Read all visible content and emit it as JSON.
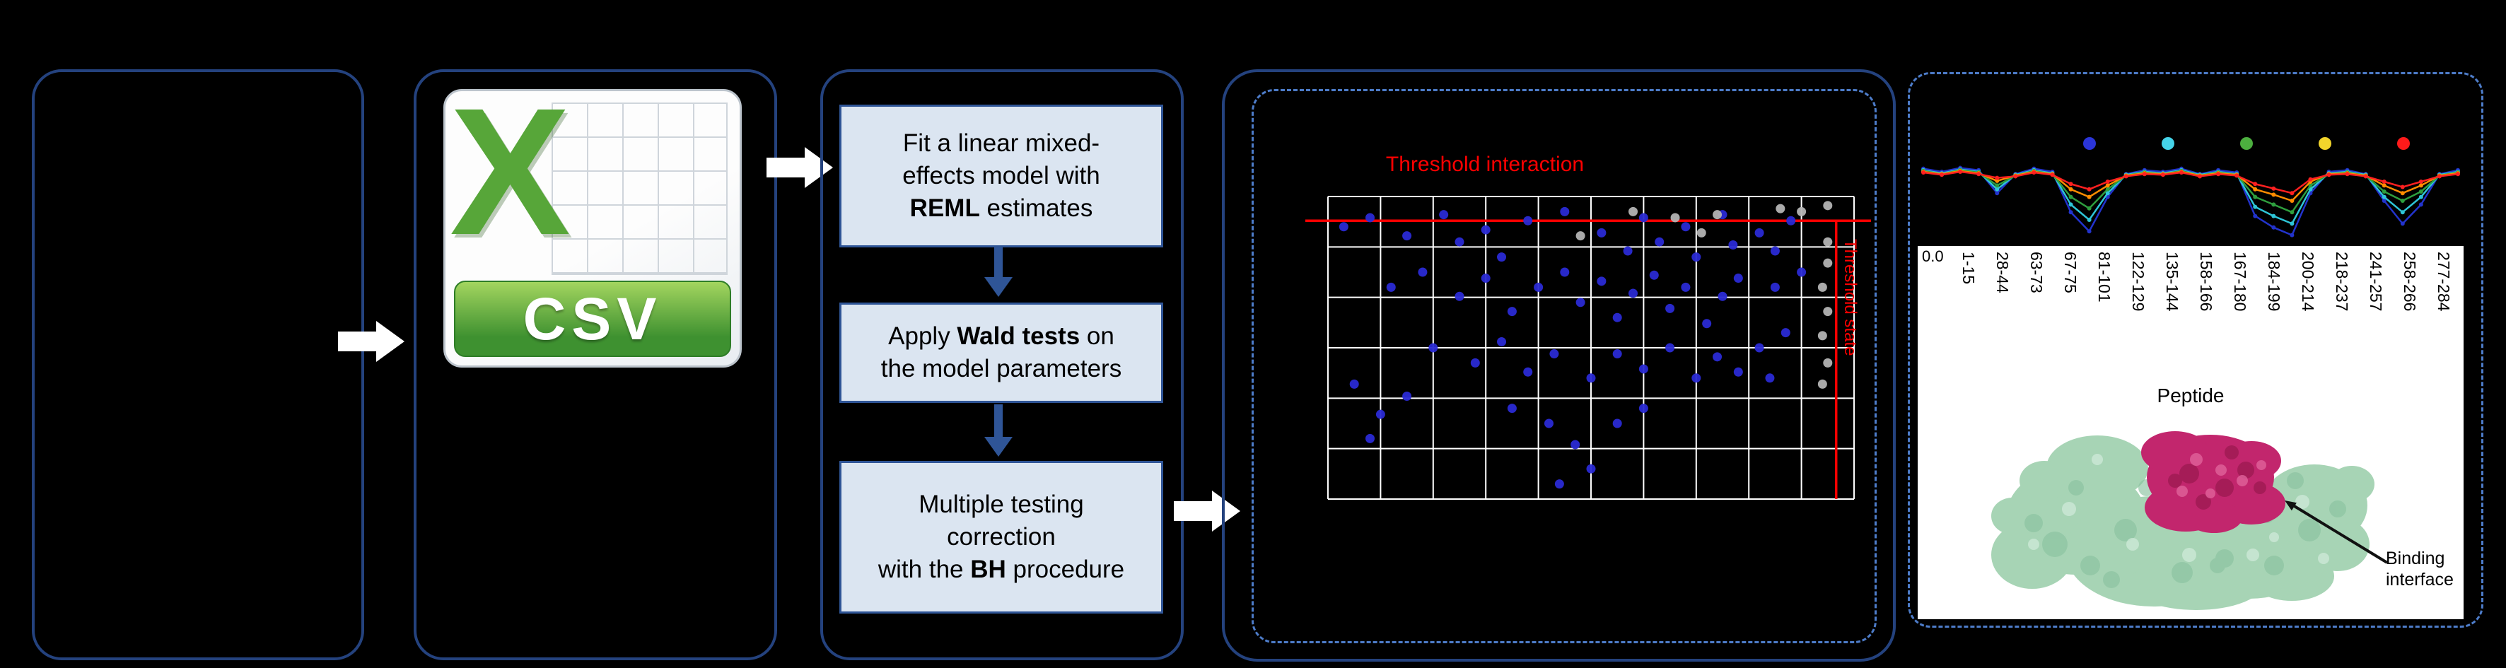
{
  "figure": {
    "background": "#000000",
    "csv": {
      "x_letter": "X",
      "banner_label": "CSV"
    },
    "workflow": {
      "boxes": [
        {
          "segments": [
            {
              "text": "Fit a linear mixed-\neffects model with\n",
              "bold": false
            },
            {
              "text": "REML",
              "bold": true
            },
            {
              "text": " estimates",
              "bold": false
            }
          ]
        },
        {
          "segments": [
            {
              "text": "Apply ",
              "bold": false
            },
            {
              "text": "Wald tests",
              "bold": true
            },
            {
              "text": " on\nthe model parameters",
              "bold": false
            }
          ]
        },
        {
          "segments": [
            {
              "text": "Multiple testing\ncorrection\nwith the ",
              "bold": false
            },
            {
              "text": "BH",
              "bold": true
            },
            {
              "text": " procedure",
              "bold": false
            }
          ]
        }
      ]
    },
    "results": {
      "annotation": "Binding\ninterface"
    },
    "colors": {
      "panel_border": "#24427e",
      "dashed_border": "#4d7cc9",
      "box_fill": "#dbe5f1",
      "box_border": "#2f5597",
      "threshold_red": "#ff0000",
      "point_blue": "#2a2ad4",
      "point_gray": "#b3b3b3",
      "csv_green": "#57a639",
      "protein_green": "#a7d4b5",
      "binding_magenta": "#c2266d"
    }
  },
  "chart_data": [
    {
      "type": "scatter",
      "title": "Threshold interaction",
      "vertical_label": "Threshold state",
      "grid": {
        "cols": 10,
        "rows": 6,
        "color": "#ffffff"
      },
      "thresholds": {
        "color": "#ff0000",
        "h_frac": 0.08,
        "v_frac": 0.966
      },
      "series": [
        {
          "name": "blue-points",
          "color": "#2a2ad4",
          "points": [
            [
              0.03,
              0.1
            ],
            [
              0.08,
              0.07
            ],
            [
              0.15,
              0.13
            ],
            [
              0.22,
              0.06
            ],
            [
              0.3,
              0.11
            ],
            [
              0.38,
              0.08
            ],
            [
              0.45,
              0.05
            ],
            [
              0.52,
              0.12
            ],
            [
              0.6,
              0.07
            ],
            [
              0.68,
              0.1
            ],
            [
              0.75,
              0.06
            ],
            [
              0.82,
              0.12
            ],
            [
              0.88,
              0.08
            ],
            [
              0.12,
              0.3
            ],
            [
              0.18,
              0.25
            ],
            [
              0.25,
              0.33
            ],
            [
              0.3,
              0.27
            ],
            [
              0.35,
              0.38
            ],
            [
              0.4,
              0.3
            ],
            [
              0.45,
              0.25
            ],
            [
              0.48,
              0.35
            ],
            [
              0.52,
              0.28
            ],
            [
              0.55,
              0.4
            ],
            [
              0.58,
              0.32
            ],
            [
              0.62,
              0.26
            ],
            [
              0.65,
              0.37
            ],
            [
              0.68,
              0.3
            ],
            [
              0.72,
              0.42
            ],
            [
              0.75,
              0.33
            ],
            [
              0.78,
              0.27
            ],
            [
              0.2,
              0.5
            ],
            [
              0.28,
              0.55
            ],
            [
              0.33,
              0.48
            ],
            [
              0.38,
              0.58
            ],
            [
              0.43,
              0.52
            ],
            [
              0.5,
              0.6
            ],
            [
              0.55,
              0.52
            ],
            [
              0.6,
              0.57
            ],
            [
              0.65,
              0.5
            ],
            [
              0.7,
              0.6
            ],
            [
              0.74,
              0.53
            ],
            [
              0.78,
              0.58
            ],
            [
              0.82,
              0.5
            ],
            [
              0.05,
              0.62
            ],
            [
              0.1,
              0.72
            ],
            [
              0.15,
              0.66
            ],
            [
              0.08,
              0.8
            ],
            [
              0.35,
              0.7
            ],
            [
              0.42,
              0.75
            ],
            [
              0.47,
              0.82
            ],
            [
              0.5,
              0.9
            ],
            [
              0.44,
              0.95
            ],
            [
              0.55,
              0.75
            ],
            [
              0.6,
              0.7
            ],
            [
              0.85,
              0.3
            ],
            [
              0.87,
              0.45
            ],
            [
              0.84,
              0.6
            ],
            [
              0.9,
              0.25
            ],
            [
              0.25,
              0.15
            ],
            [
              0.33,
              0.2
            ],
            [
              0.57,
              0.18
            ],
            [
              0.63,
              0.15
            ],
            [
              0.7,
              0.2
            ],
            [
              0.77,
              0.16
            ],
            [
              0.85,
              0.18
            ]
          ]
        },
        {
          "name": "gray-points",
          "color": "#b3b3b3",
          "points": [
            [
              0.95,
              0.03
            ],
            [
              0.9,
              0.05
            ],
            [
              0.86,
              0.04
            ],
            [
              0.95,
              0.15
            ],
            [
              0.95,
              0.22
            ],
            [
              0.94,
              0.3
            ],
            [
              0.95,
              0.38
            ],
            [
              0.94,
              0.46
            ],
            [
              0.95,
              0.55
            ],
            [
              0.94,
              0.62
            ],
            [
              0.66,
              0.07
            ],
            [
              0.71,
              0.12
            ],
            [
              0.74,
              0.06
            ],
            [
              0.48,
              0.13
            ],
            [
              0.58,
              0.05
            ]
          ]
        }
      ]
    },
    {
      "type": "line",
      "xlabel": "Peptide",
      "y_tick_label": "0.0",
      "categories": [
        "1-15",
        "28-44",
        "63-73",
        "67-75",
        "81-101",
        "122-129",
        "135-144",
        "158-166",
        "167-180",
        "184-199",
        "200-214",
        "218-237",
        "241-257",
        "258-266",
        "277-284"
      ],
      "legend_dot_colors": [
        "#2b35d8",
        "#45d3e8",
        "#4caf3f",
        "#f2d52b",
        "#ff1a1a"
      ],
      "series": [
        {
          "name": "blue",
          "color": "#2233cc",
          "values": [
            0.92,
            0.88,
            0.93,
            0.9,
            0.6,
            0.85,
            0.92,
            0.88,
            0.35,
            0.1,
            0.55,
            0.85,
            0.9,
            0.88,
            0.92,
            0.85,
            0.9,
            0.87,
            0.3,
            0.15,
            0.05,
            0.6,
            0.88,
            0.9,
            0.85,
            0.5,
            0.2,
            0.45,
            0.85,
            0.9
          ]
        },
        {
          "name": "cyan",
          "color": "#2ec5d8",
          "values": [
            0.9,
            0.86,
            0.91,
            0.88,
            0.65,
            0.84,
            0.9,
            0.86,
            0.45,
            0.25,
            0.6,
            0.84,
            0.88,
            0.86,
            0.9,
            0.84,
            0.88,
            0.85,
            0.42,
            0.3,
            0.2,
            0.65,
            0.86,
            0.88,
            0.84,
            0.55,
            0.35,
            0.55,
            0.84,
            0.88
          ]
        },
        {
          "name": "green",
          "color": "#2e9e3e",
          "values": [
            0.89,
            0.85,
            0.9,
            0.87,
            0.7,
            0.83,
            0.89,
            0.85,
            0.55,
            0.4,
            0.65,
            0.83,
            0.87,
            0.85,
            0.89,
            0.83,
            0.87,
            0.84,
            0.55,
            0.45,
            0.35,
            0.7,
            0.85,
            0.87,
            0.83,
            0.62,
            0.5,
            0.62,
            0.83,
            0.87
          ]
        },
        {
          "name": "orange",
          "color": "#ff8c00",
          "values": [
            0.88,
            0.85,
            0.89,
            0.86,
            0.76,
            0.83,
            0.88,
            0.85,
            0.65,
            0.55,
            0.7,
            0.83,
            0.86,
            0.85,
            0.88,
            0.83,
            0.86,
            0.84,
            0.65,
            0.58,
            0.5,
            0.75,
            0.85,
            0.86,
            0.83,
            0.7,
            0.6,
            0.7,
            0.83,
            0.86
          ]
        },
        {
          "name": "red",
          "color": "#ff2020",
          "values": [
            0.87,
            0.84,
            0.88,
            0.85,
            0.8,
            0.82,
            0.87,
            0.84,
            0.72,
            0.65,
            0.75,
            0.82,
            0.85,
            0.84,
            0.87,
            0.82,
            0.85,
            0.83,
            0.72,
            0.66,
            0.6,
            0.78,
            0.84,
            0.85,
            0.82,
            0.75,
            0.68,
            0.75,
            0.82,
            0.85
          ]
        }
      ]
    }
  ]
}
